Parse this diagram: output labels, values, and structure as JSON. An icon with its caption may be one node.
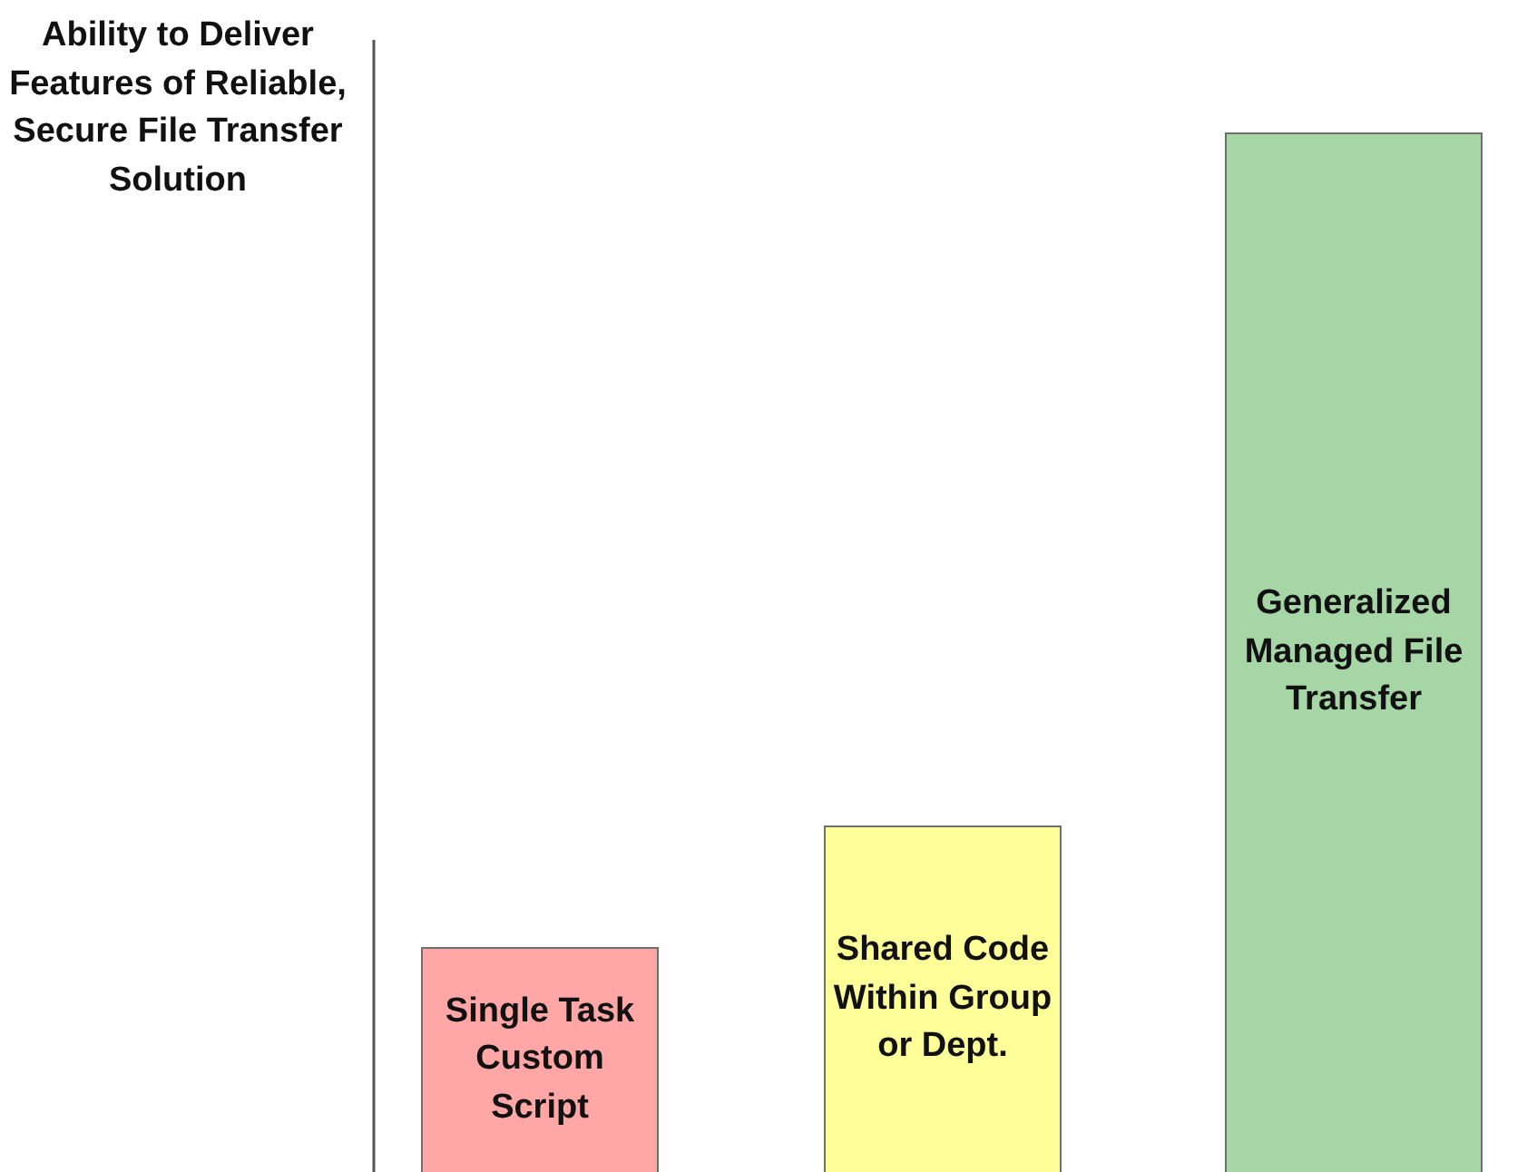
{
  "diagram": {
    "nodes": [
      {
        "text": [
          "Single Task Custom Script"
        ]
      },
      {
        "text": [
          "Shared Code Within Group or Dept."
        ]
      },
      {
        "text": [
          "Generalized Managed File Transfer"
        ]
      }
    ],
    "labels": [
      "Ability to Deliver Features of Reliable, Secure File Transfer Solution"
    ]
  }
}
